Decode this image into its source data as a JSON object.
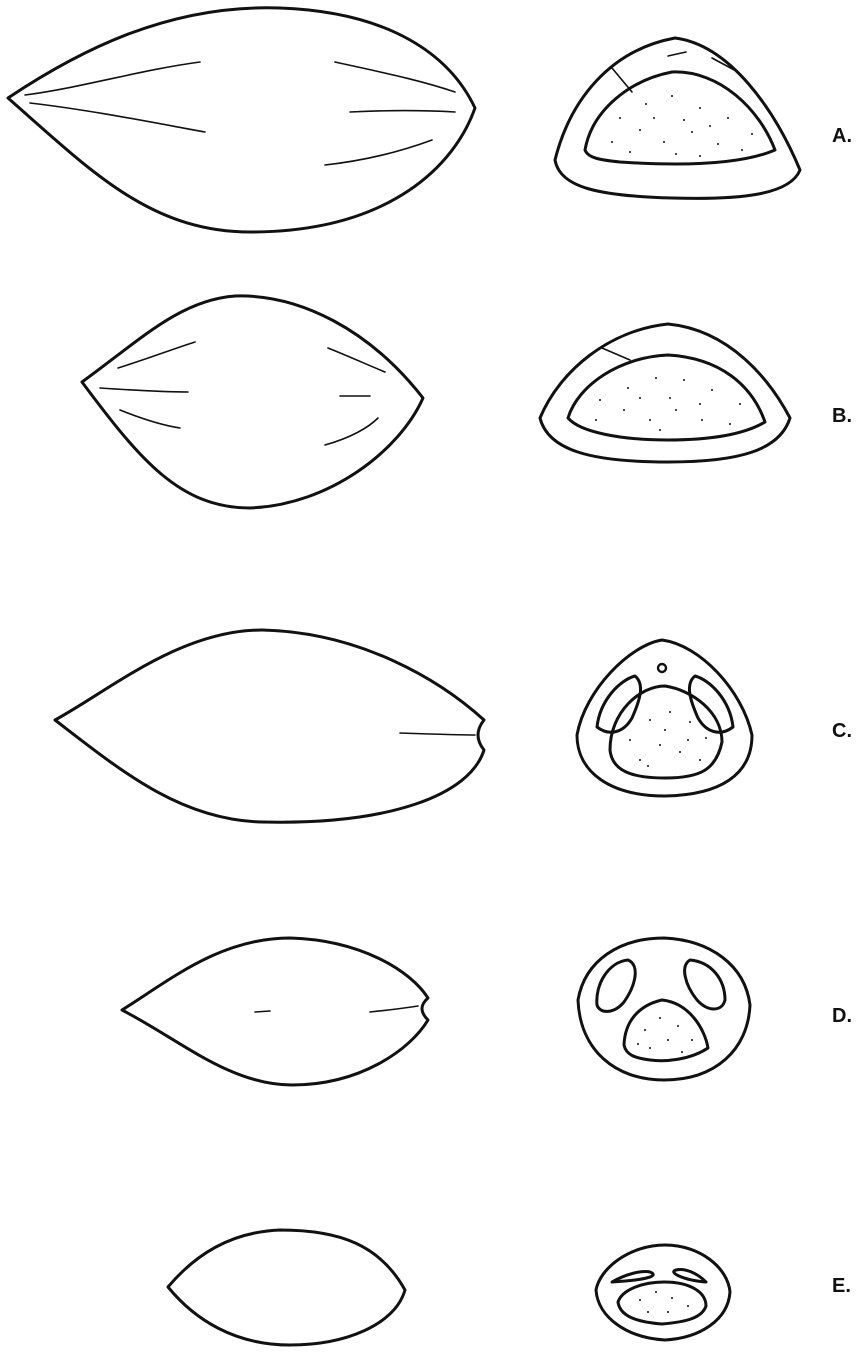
{
  "figure": {
    "rows": [
      {
        "label": "A."
      },
      {
        "label": "B."
      },
      {
        "label": "C."
      },
      {
        "label": "D."
      },
      {
        "label": "E."
      }
    ]
  }
}
